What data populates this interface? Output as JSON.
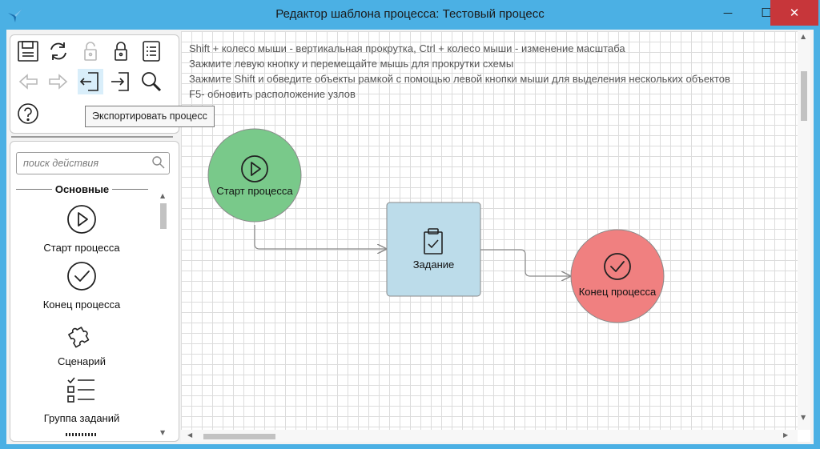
{
  "window": {
    "title": "Редактор шаблона процесса: Тестовый процесс",
    "minimize_glyph": "—",
    "maximize_glyph": "☐",
    "close_glyph": "✕"
  },
  "toolbar": {
    "items": [
      {
        "name": "save-icon"
      },
      {
        "name": "refresh-icon"
      },
      {
        "name": "unlock-disabled-icon"
      },
      {
        "name": "lock-icon"
      },
      {
        "name": "list-icon"
      },
      {
        "name": "back-arrow-icon"
      },
      {
        "name": "forward-arrow-icon"
      },
      {
        "name": "export-icon"
      },
      {
        "name": "import-icon"
      },
      {
        "name": "search-icon"
      },
      {
        "name": "help-icon"
      }
    ],
    "tooltip": "Экспортировать процесс"
  },
  "palette": {
    "search_placeholder": "поиск действия",
    "group_title": "Основные",
    "items": [
      {
        "label": "Старт процесса",
        "icon": "play-circle-icon"
      },
      {
        "label": "Конец процесса",
        "icon": "check-circle-icon"
      },
      {
        "label": "Сценарий",
        "icon": "puzzle-icon"
      },
      {
        "label": "Группа заданий",
        "icon": "checklist-icon"
      }
    ]
  },
  "canvas": {
    "hints": [
      "Shift + колесо мыши - вертикальная прокрутка, Ctrl + колесо мыши - изменение масштаба",
      "Зажмите левую кнопку и перемещайте мышь для прокрутки схемы",
      "Зажмите Shift и обведите объекты рамкой с помощью левой кнопки мыши для выделения нескольких объектов",
      "F5- обновить расположение узлов"
    ],
    "nodes": {
      "start": {
        "label": "Старт процесса",
        "color": "#79c98a"
      },
      "task": {
        "label": "Задание",
        "color": "#bcdcea"
      },
      "end": {
        "label": "Конец процесса",
        "color": "#f08080"
      }
    }
  },
  "colors": {
    "window_border": "#4bb0e4",
    "close_button": "#c7363a",
    "connector": "#8a8a8a"
  }
}
